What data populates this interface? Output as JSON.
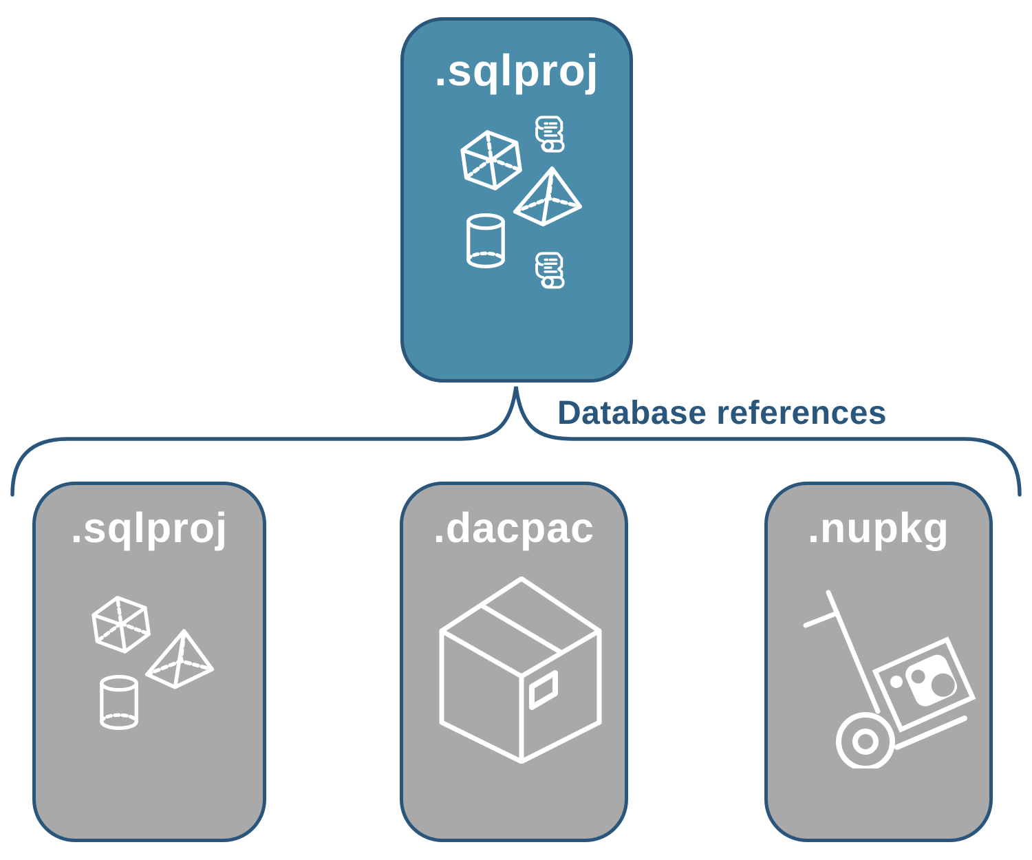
{
  "diagram": {
    "title_card": {
      "label": ".sqlproj",
      "icons": [
        "cube-icon",
        "scroll-icon",
        "pyramid-icon",
        "cylinder-icon",
        "scroll-icon"
      ]
    },
    "connector": {
      "label": "Database references"
    },
    "reference_cards": [
      {
        "label": ".sqlproj",
        "icons": [
          "cube-icon",
          "pyramid-icon",
          "cylinder-icon"
        ]
      },
      {
        "label": ".dacpac",
        "icons": [
          "package-box-icon"
        ]
      },
      {
        "label": ".nupkg",
        "icons": [
          "hand-truck-nuget-icon"
        ]
      }
    ],
    "colors": {
      "accent_blue": "#4B8CAA",
      "outline_navy": "#29567A",
      "muted_gray": "#A9A9A9",
      "icon_white": "#FFFFFF"
    }
  }
}
